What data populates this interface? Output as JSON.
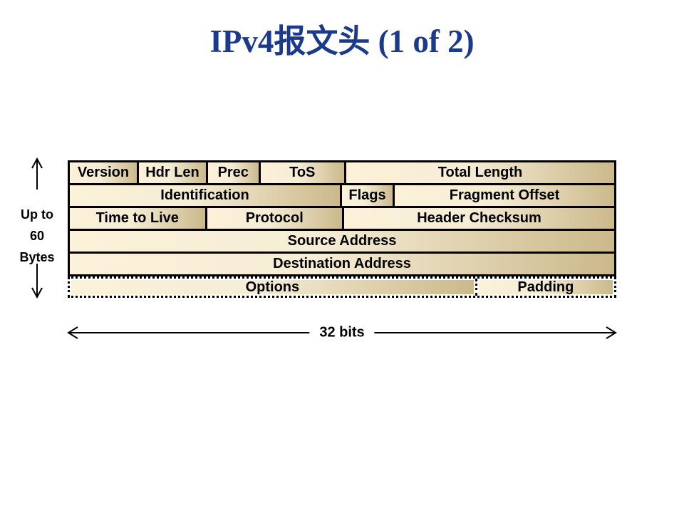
{
  "title": "IPv4报文头 (1 of 2)",
  "left_caption": {
    "line1": "Up to",
    "line2": "60",
    "line3": "Bytes"
  },
  "bottom_caption": "32 bits",
  "colors": {
    "title": "#1B3A8C",
    "cell_light": "#FCF1D9",
    "cell_dark": "#CBB98B",
    "border": "#000000"
  },
  "table": {
    "rows": [
      {
        "cells": [
          {
            "label": "Version",
            "bits": 4
          },
          {
            "label": "Hdr Len",
            "bits": 4
          },
          {
            "label": "Prec",
            "bits": 3
          },
          {
            "label": "ToS",
            "bits": 5
          },
          {
            "label": "Total Length",
            "bits": 16
          }
        ]
      },
      {
        "cells": [
          {
            "label": "Identification",
            "bits": 16
          },
          {
            "label": "Flags",
            "bits": 3
          },
          {
            "label": "Fragment Offset",
            "bits": 13
          }
        ]
      },
      {
        "cells": [
          {
            "label": "Time to Live",
            "bits": 8
          },
          {
            "label": "Protocol",
            "bits": 8
          },
          {
            "label": "Header Checksum",
            "bits": 16
          }
        ]
      },
      {
        "cells": [
          {
            "label": "Source Address",
            "bits": 32
          }
        ]
      },
      {
        "cells": [
          {
            "label": "Destination Address",
            "bits": 32
          }
        ]
      }
    ],
    "options_row": {
      "cells": [
        {
          "label": "Options",
          "bits": 24
        },
        {
          "label": "Padding",
          "bits": 8
        }
      ]
    }
  }
}
